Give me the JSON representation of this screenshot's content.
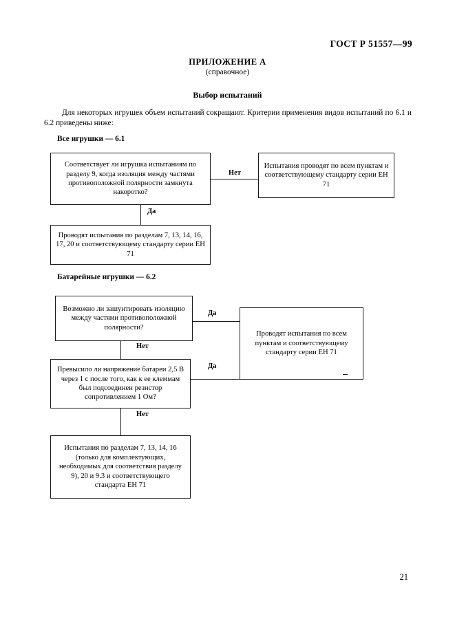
{
  "document": {
    "standard_header": "ГОСТ Р 51557—99",
    "page_number": "21",
    "appendix_title": "ПРИЛОЖЕНИЕ А",
    "appendix_subtitle": "(справочное)",
    "section_title": "Выбор испытаний",
    "intro_paragraph": "Для некоторых игрушек объем испытаний сокращают. Критерии применения видов испытаний по 6.1 и 6.2 приведены ниже:"
  },
  "flowchart_all_toys": {
    "heading": "Все игрушки — 6.1",
    "question": "Соответствует ли игрушка испытаниям по разделу 9, когда изоляция между частями противоположной полярности замкнута накоротко?",
    "label_no": "Нет",
    "label_yes": "Да",
    "outcome_no": "Испытания проводят по всем пунктам и соответствующему стандарту серии ЕН 71",
    "outcome_yes": "Проводят испытания по разделам 7, 13, 14, 16, 17, 20 и соответствующему стандарту серии ЕН 71"
  },
  "flowchart_battery_toys": {
    "heading": "Батарейные игрушки — 6.2",
    "question_1": "Возможно ли зашунтировать изоляцию между частями противоположной полярности?",
    "question_2": "Превысило ли напряжение батареи 2,5 В через 1 с после того, как к ее клеммам был подсоединен резистор сопротивлением 1 Ом?",
    "label_yes_1": "Да",
    "label_yes_2": "Да",
    "label_no_1": "Нет",
    "label_no_2": "Нет",
    "outcome_yes": "Проводят испытания по всем пунктам и соответствующему стандарту серии ЕН 71",
    "outcome_no": "Испытания по разделам 7, 13, 14, 16 (только для комплектующих, необходимых для соответствия разделу 9), 20 и 9.3 и соответствующего стандарта ЕН 71"
  }
}
